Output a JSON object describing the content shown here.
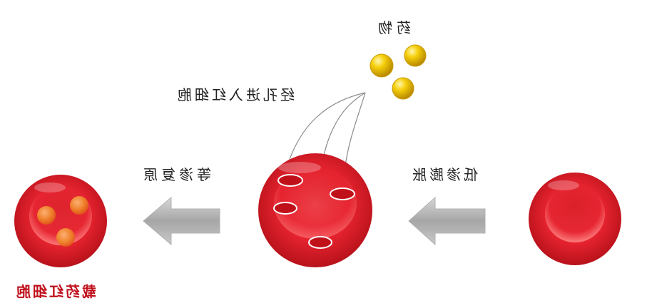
{
  "labels": {
    "drug": "药物",
    "pore_entry": "经孔进入红细胞",
    "hypotonic_swelling": "低渗膨胀",
    "isotonic_recovery": "等渗复原",
    "drug_loaded_rbc": "载药红细胞"
  },
  "colors": {
    "rbc_red": "#e8232e",
    "rbc_dark": "#b3101a",
    "rbc_light": "#ff7a7a",
    "drug_gold": "#f3c200",
    "loaded_orange": "#f08a2a",
    "final_label_red": "#c0101c",
    "arrow_gray": "#9a9a9a"
  },
  "icons": {
    "drug_particle": "yellow-sphere-icon",
    "process_arrow": "left-arrow-icon"
  }
}
